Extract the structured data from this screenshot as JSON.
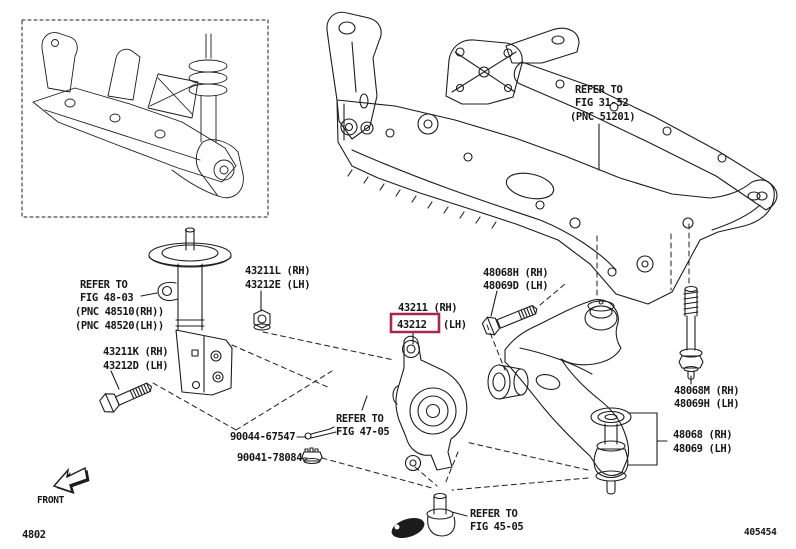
{
  "page": {
    "figure_code": "4802",
    "image_code": "405454",
    "front_label": "FRONT"
  },
  "colors": {
    "line": "#1c1c1c",
    "highlight": "#a5284f",
    "background": "#ffffff"
  },
  "annotations": {
    "subframe_ref": [
      "REFER TO",
      "FIG 31-52",
      "(PNC 51201)"
    ],
    "strut_ref": [
      "REFER TO",
      "FIG 48-03",
      "(PNC 48510(RH))",
      "(PNC 48520(LH))"
    ],
    "strut_nut": [
      "43211L (RH)",
      "43212E (LH)"
    ],
    "strut_bolt": [
      "43211K (RH)",
      "43212D (LH)"
    ],
    "knuckle": {
      "line1": "43211 (RH)",
      "highlighted_code": "43212",
      "line2_suffix": "(LH)"
    },
    "arm_front_bolt": [
      "48068H (RH)",
      "48069D (LH)"
    ],
    "arm_rear_bolt": [
      "48068M (RH)",
      "48069H (LH)"
    ],
    "lower_arm": [
      "48068 (RH)",
      "48069 (LH)"
    ],
    "cotter_pin": "90044-67547",
    "castle_nut": "90041-78084",
    "steering_ref": [
      "REFER TO",
      "FIG 47-05"
    ],
    "tie_rod_ref": [
      "REFER TO",
      "FIG 45-05"
    ]
  }
}
